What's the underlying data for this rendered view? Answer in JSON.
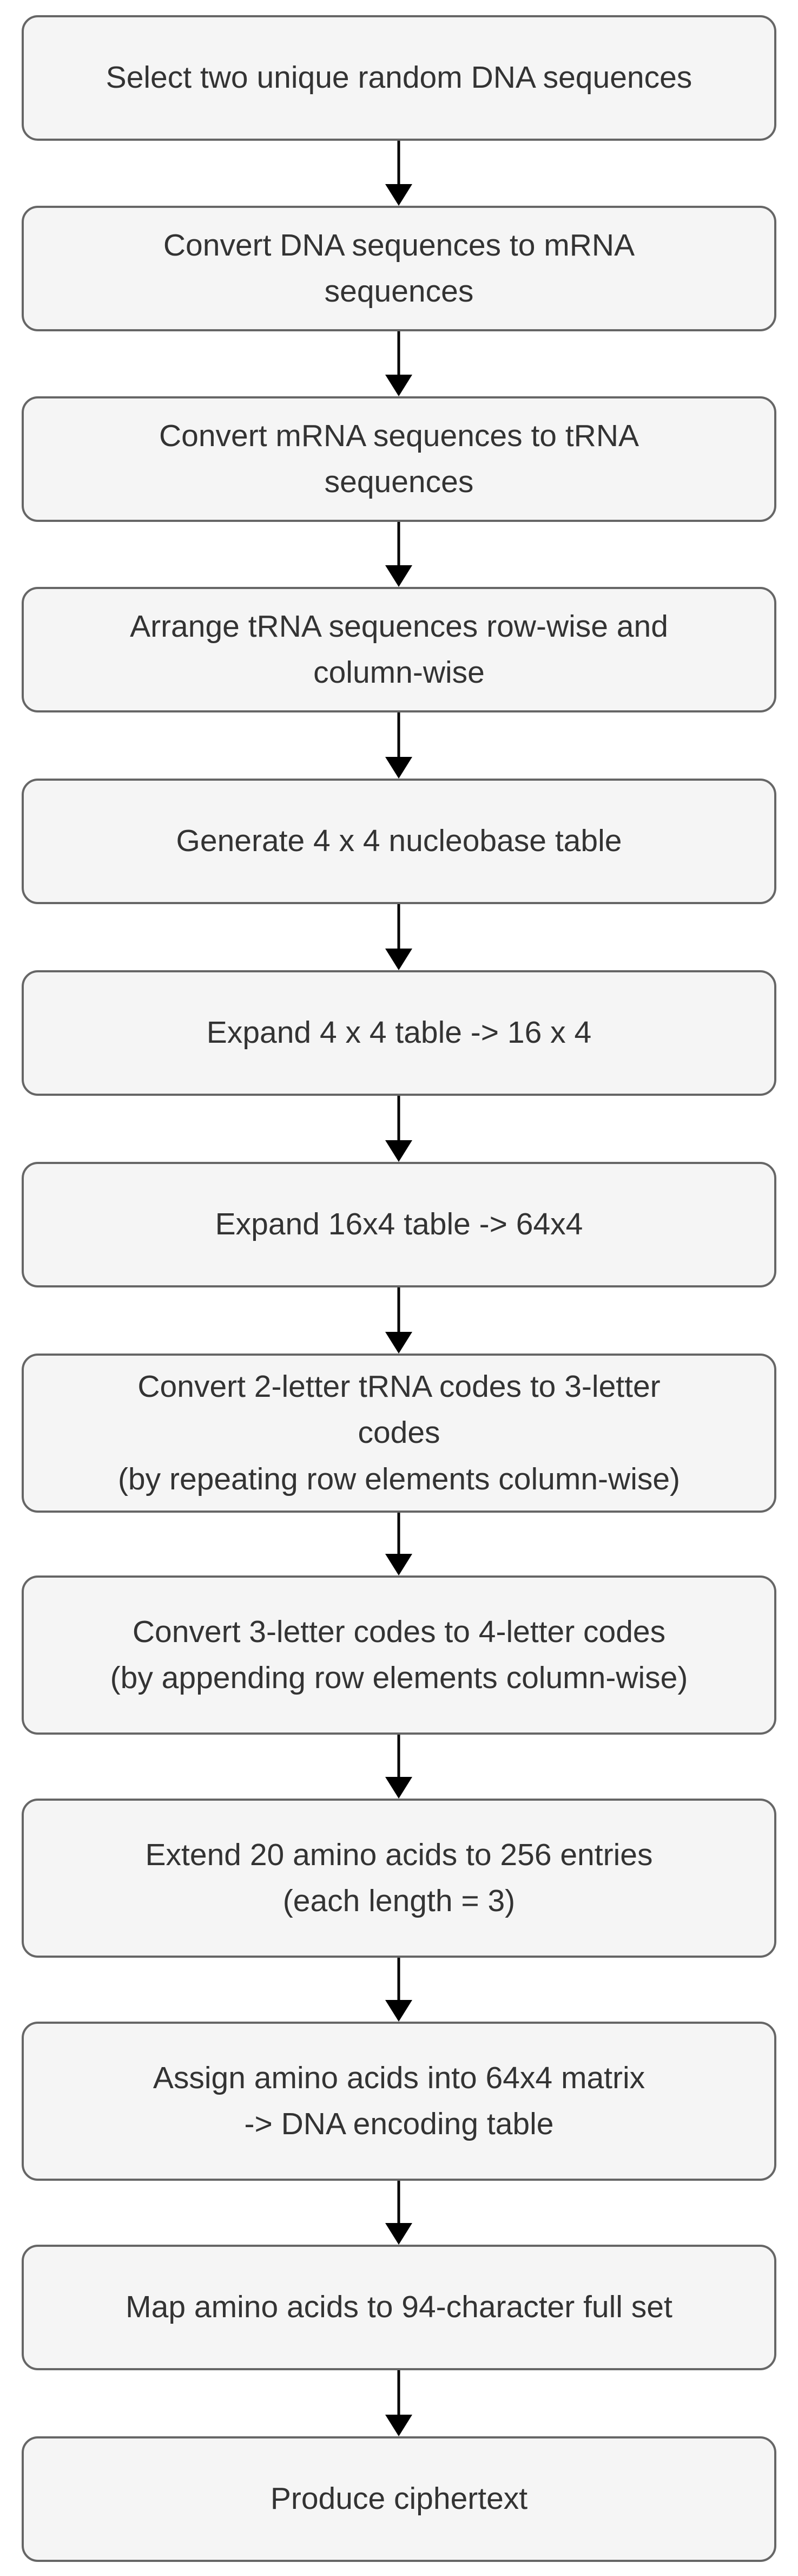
{
  "steps": [
    "Select two unique random DNA sequences",
    "Convert DNA sequences to mRNA\nsequences",
    "Convert mRNA sequences to tRNA\nsequences",
    "Arrange tRNA sequences row-wise and\ncolumn-wise",
    "Generate 4 x 4 nucleobase table",
    "Expand 4 x 4 table -> 16 x 4",
    "Expand 16x4 table -> 64x4",
    "Convert 2-letter tRNA codes to 3-letter\ncodes\n(by repeating row elements column-wise)",
    "Convert 3-letter codes to 4-letter codes\n(by appending row elements column-wise)",
    "Extend 20 amino acids to 256 entries\n(each length = 3)",
    "Assign amino acids into 64x4 matrix\n-> DNA encoding table",
    "Map amino acids to 94-character full set",
    "Produce ciphertext"
  ],
  "colors": {
    "box_fill": "#f5f5f5",
    "box_border": "#666666",
    "text": "#333333",
    "arrow": "#000000"
  }
}
